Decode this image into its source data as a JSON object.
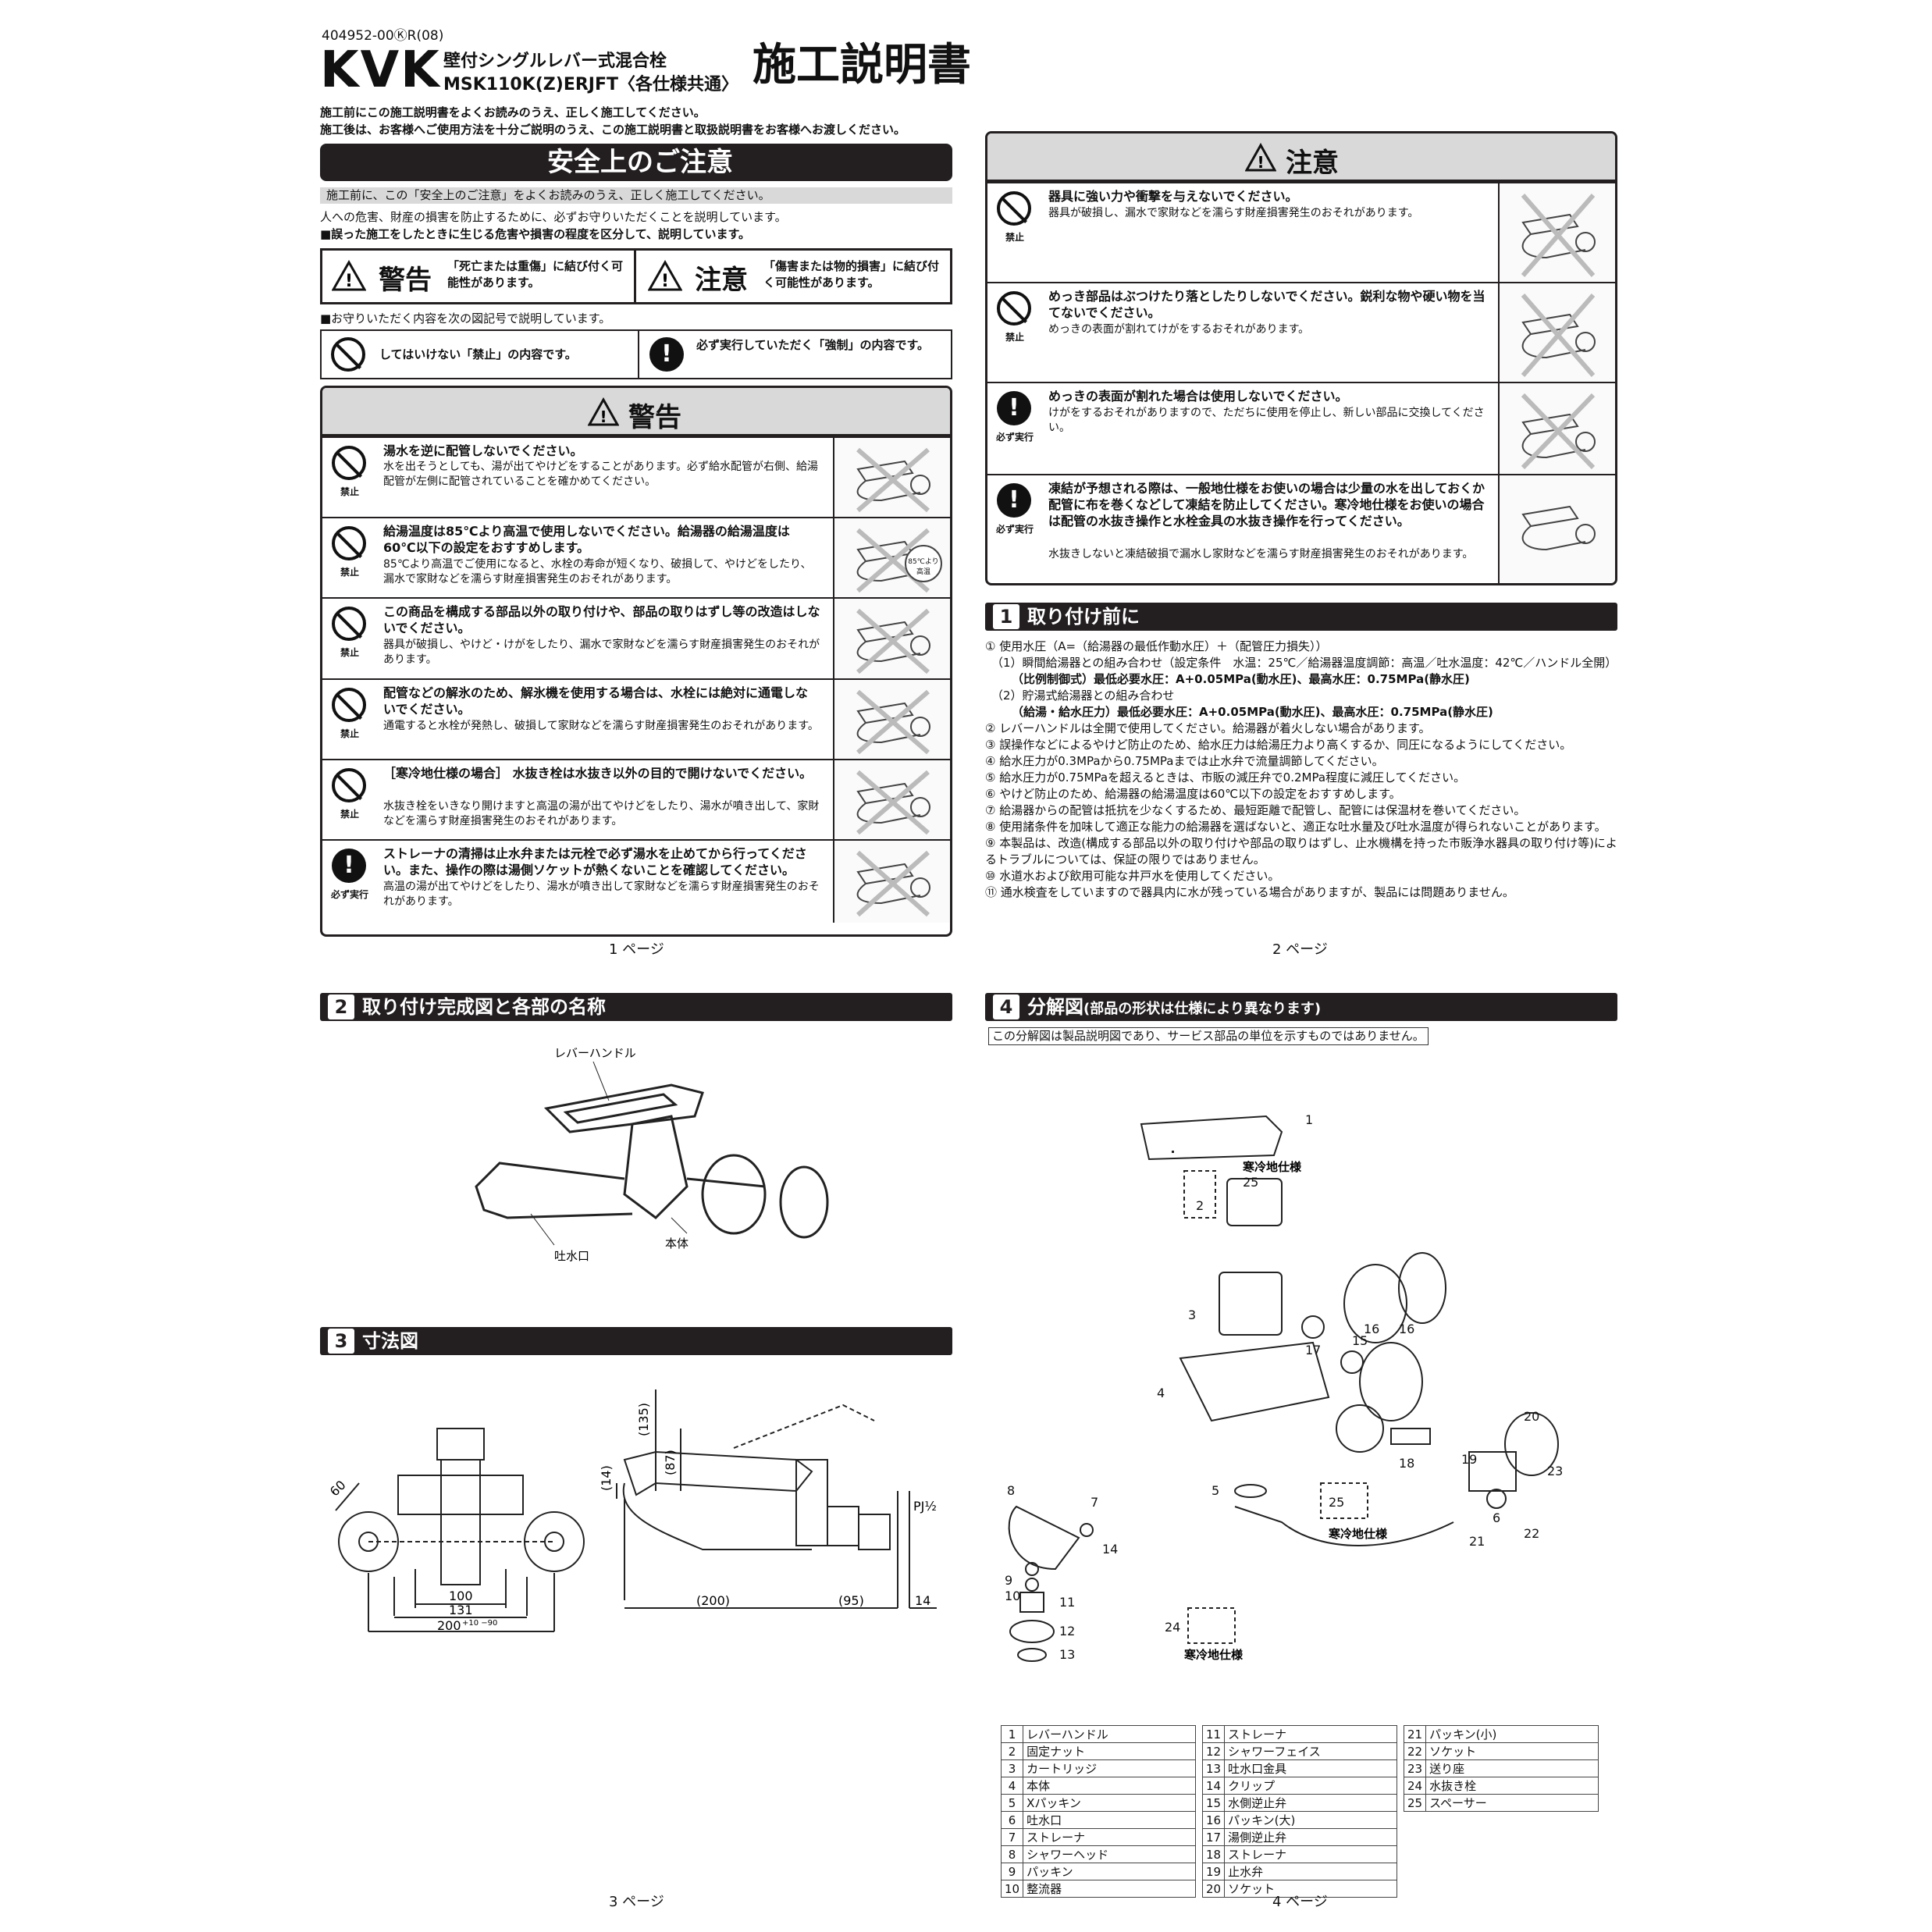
{
  "doc_code": "404952-00ⓀR(08)",
  "brand": "KVK",
  "product_line1": "壁付シングルレバー式混合栓",
  "product_line2": "MSK110K(Z)ERJFT〈各仕様共通〉",
  "doc_title": "施工説明書",
  "intro1": "施工前にこの施工説明書をよくお読みのうえ、正しく施工してください。",
  "intro2": "施工後は、お客様へご使用方法を十分ご説明のうえ、この施工説明書と取扱説明書をお客様へお渡しください。",
  "safety_title": "安全上のご注意",
  "safety_note": "施工前に、この「安全上のご注意」をよくお読みのうえ、正しく施工してください。",
  "safety_p1": "人への危害、財産の損害を防止するために、必ずお守りいただくことを説明しています。",
  "safety_p2": "■誤った施工をしたときに生じる危害や損害の程度を区分して、説明しています。",
  "warn_label": "警告",
  "warn_desc": "「死亡または重傷」に結び付く可能性があります。",
  "caution_label": "注意",
  "caution_desc": "「傷害または物的損害」に結び付く可能性があります。",
  "symbols_intro": "■お守りいただく内容を次の図記号で説明しています。",
  "prohibit_desc": "してはいけない「禁止」の内容です。",
  "mandatory_desc": "必ず実行していただく「強制」の内容です。",
  "prohibit_short": "禁止",
  "mandatory_short": "必ず実行",
  "warning_section_title": "警告",
  "warnings": [
    {
      "type": "prohibit",
      "title": "湯水を逆に配管しないでください。",
      "body": "水を出そうとしても、湯が出てやけどをすることがあります。必ず給水配管が右側、給湯配管が左側に配管されていることを確かめてください。"
    },
    {
      "type": "prohibit",
      "title": "給湯温度は85℃より高温で使用しないでください。給湯器の給湯温度は60℃以下の設定をおすすめします。",
      "body": "85℃より高温でご使用になると、水栓の寿命が短くなり、破損して、やけどをしたり、漏水で家財などを濡らす財産損害発生のおそれがあります。"
    },
    {
      "type": "prohibit",
      "title": "この商品を構成する部品以外の取り付けや、部品の取りはずし等の改造はしないでください。",
      "body": "器具が破損し、やけど・けがをしたり、漏水で家財などを濡らす財産損害発生のおそれがあります。"
    },
    {
      "type": "prohibit",
      "title": "配管などの解氷のため、解氷機を使用する場合は、水栓には絶対に通電しないでください。",
      "body": "通電すると水栓が発熱し、破損して家財などを濡らす財産損害発生のおそれがあります。"
    },
    {
      "type": "prohibit",
      "title": "［寒冷地仕様の場合］ 水抜き栓は水抜き以外の目的で開けないでください。",
      "body": "水抜き栓をいきなり開けますと高温の湯が出てやけどをしたり、湯水が噴き出して、家財などを濡らす財産損害発生のおそれがあります。"
    },
    {
      "type": "mandatory",
      "title": "ストレーナの清掃は止水弁または元栓で必ず湯水を止めてから行ってください。また、操作の際は湯側ソケットが熱くないことを確認してください。",
      "body": "高温の湯が出てやけどをしたり、湯水が噴き出して家財などを濡らす財産損害発生のおそれがあります。"
    }
  ],
  "temp_badge": "85℃より高温",
  "page1": "1 ページ",
  "caution_section_title": "注意",
  "cautions": [
    {
      "type": "prohibit",
      "title": "器具に強い力や衝撃を与えないでください。",
      "body": "器具が破損し、漏水で家財などを濡らす財産損害発生のおそれがあります。"
    },
    {
      "type": "prohibit",
      "title": "めっき部品はぶつけたり落としたりしないでください。鋭利な物や硬い物を当てないでください。",
      "body": "めっきの表面が割れてけがをするおそれがあります。"
    },
    {
      "type": "mandatory",
      "title": "めっきの表面が割れた場合は使用しないでください。",
      "body": "けがをするおそれがありますので、ただちに使用を停止し、新しい部品に交換してください。"
    },
    {
      "type": "mandatory",
      "title": "凍結が予想される際は、一般地仕様をお使いの場合は少量の水を出しておくか配管に布を巻くなどして凍結を防止してください。寒冷地仕様をお使いの場合は配管の水抜き操作と水栓金具の水抜き操作を行ってください。",
      "body": "水抜きしないと凍結破損で漏水し家財などを濡らす財産損害発生のおそれがあります。"
    }
  ],
  "sec1_num": "1",
  "sec1_title": "取り付け前に",
  "sec1_lines": [
    "① 使用水圧（A=（給湯器の最低作動水圧）＋（配管圧力損失））",
    "（1）瞬間給湯器との組み合わせ（設定条件　水温：25℃／給湯器温度調節：高温／吐水温度：42℃／ハンドル全開）",
    "（比例制御式）最低必要水圧：A+0.05MPa(動水圧)、最高水圧：0.75MPa(静水圧)",
    "（2）貯湯式給湯器との組み合わせ",
    "（給湯・給水圧力）最低必要水圧：A+0.05MPa(動水圧)、最高水圧：0.75MPa(静水圧)",
    "② レバーハンドルは全開で使用してください。給湯器が着火しない場合があります。",
    "③ 誤操作などによるやけど防止のため、給水圧力は給湯圧力より高くするか、同圧になるようにしてください。",
    "④ 給水圧力が0.3MPaから0.75MPaまでは止水弁で流量調節してください。",
    "⑤ 給水圧力が0.75MPaを超えるときは、市販の減圧弁で0.2MPa程度に減圧してください。",
    "⑥ やけど防止のため、給湯器の給湯温度は60℃以下の設定をおすすめします。",
    "⑦ 給湯器からの配管は抵抗を少なくするため、最短距離で配管し、配管には保温材を巻いてください。",
    "⑧ 使用諸条件を加味して適正な能力の給湯器を選ばないと、適正な吐水量及び吐水温度が得られないことがあります。",
    "⑨ 本製品は、改造(構成する部品以外の取り付けや部品の取りはずし、止水機構を持った市販浄水器具の取り付け等)によるトラブルについては、保証の限りではありません。",
    "⑩ 水道水および飲用可能な井戸水を使用してください。",
    "⑪ 通水検査をしていますので器具内に水が残っている場合がありますが、製品には問題ありません。"
  ],
  "page2": "2 ページ",
  "sec2_num": "2",
  "sec2_title": "取り付け完成図と各部の名称",
  "fig2_labels": {
    "lever": "レバーハンドル",
    "body": "本体",
    "spout": "吐水口"
  },
  "sec3_num": "3",
  "sec3_title": "寸法図",
  "dims": {
    "d60": "60",
    "d100": "100",
    "d131": "131",
    "d200": "200",
    "d200tol": "+10 −90",
    "d135": "(135)",
    "d87": "(87)",
    "d14a": "(14)",
    "d200b": "(200)",
    "d95": "(95)",
    "d14b": "14",
    "pj": "PJ½"
  },
  "page3": "3 ページ",
  "sec4_num": "4",
  "sec4_title": "分解図",
  "sec4_sub": "(部品の形状は仕様により異なります)",
  "sec4_note": "この分解図は製品説明図であり、サービス部品の単位を示すものではありません。",
  "cold_region": "寒冷地仕様",
  "parts": [
    {
      "n": "1",
      "name": "レバーハンドル"
    },
    {
      "n": "2",
      "name": "固定ナット"
    },
    {
      "n": "3",
      "name": "カートリッジ"
    },
    {
      "n": "4",
      "name": "本体"
    },
    {
      "n": "5",
      "name": "Xパッキン"
    },
    {
      "n": "6",
      "name": "吐水口"
    },
    {
      "n": "7",
      "name": "ストレーナ"
    },
    {
      "n": "8",
      "name": "シャワーヘッド"
    },
    {
      "n": "9",
      "name": "パッキン"
    },
    {
      "n": "10",
      "name": "整流器"
    },
    {
      "n": "11",
      "name": "ストレーナ"
    },
    {
      "n": "12",
      "name": "シャワーフェイス"
    },
    {
      "n": "13",
      "name": "吐水口金具"
    },
    {
      "n": "14",
      "name": "クリップ"
    },
    {
      "n": "15",
      "name": "水側逆止弁"
    },
    {
      "n": "16",
      "name": "パッキン(大)"
    },
    {
      "n": "17",
      "name": "湯側逆止弁"
    },
    {
      "n": "18",
      "name": "ストレーナ"
    },
    {
      "n": "19",
      "name": "止水弁"
    },
    {
      "n": "20",
      "name": "ソケット"
    },
    {
      "n": "21",
      "name": "パッキン(小)"
    },
    {
      "n": "22",
      "name": "ソケット"
    },
    {
      "n": "23",
      "name": "送り座"
    },
    {
      "n": "24",
      "name": "水抜き栓"
    },
    {
      "n": "25",
      "name": "スペーサー"
    }
  ],
  "page4": "4 ページ"
}
